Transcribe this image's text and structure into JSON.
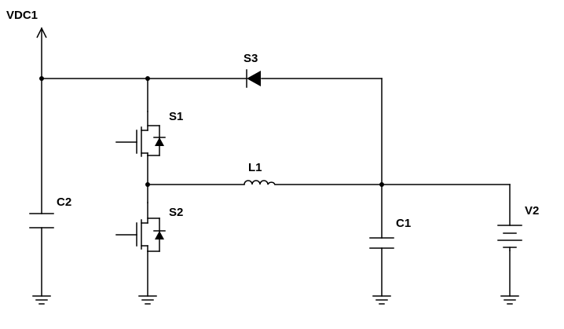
{
  "labels": {
    "vdc1": "VDC1",
    "s3": "S3",
    "s1": "S1",
    "s2": "S2",
    "l1": "L1",
    "c1": "C1",
    "c2": "C2",
    "v2": "V2"
  },
  "icons": {
    "supply": "arrow-up-icon",
    "diode": "diode-icon",
    "mosfet": "mosfet-icon",
    "inductor": "inductor-icon",
    "capacitor": "capacitor-icon",
    "battery": "battery-icon",
    "ground": "ground-icon"
  }
}
